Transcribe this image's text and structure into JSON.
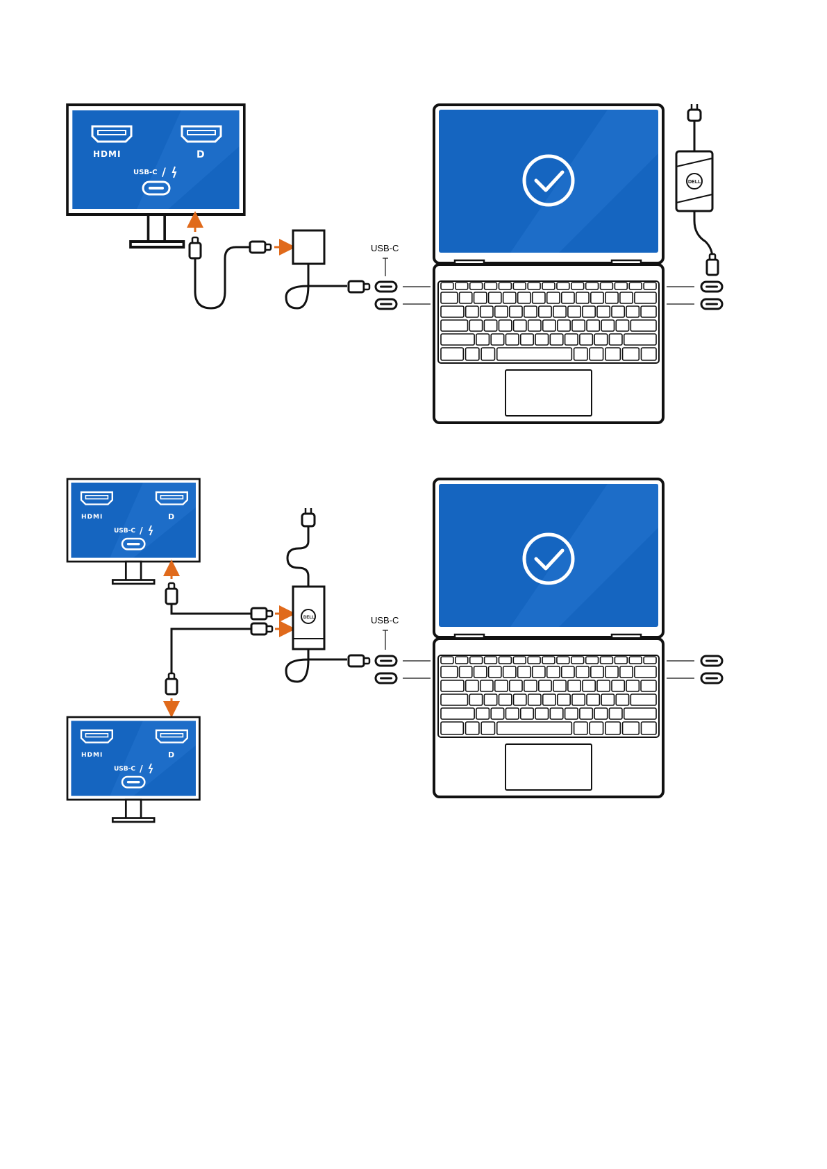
{
  "colors": {
    "screen_blue": "#1565C0",
    "screen_blue_light": "#2E7DD6",
    "arrow_orange": "#E06A1B",
    "outline": "#111111",
    "background": "#FFFFFF"
  },
  "monitor_ports": {
    "hdmi_label": "HDMI",
    "dp_label": "D",
    "usbc_label": "USB-C",
    "separator": "/"
  },
  "laptop_port_label": "USB-C",
  "adapter_logo": "DELL",
  "icons": {
    "check": "check-circle-icon",
    "hdmi": "hdmi-port-icon",
    "displayport": "displayport-icon",
    "thunderbolt": "thunderbolt-icon",
    "usbc": "usb-c-port-icon",
    "plug": "ac-plug-icon",
    "arrow": "orange-arrow-icon"
  }
}
